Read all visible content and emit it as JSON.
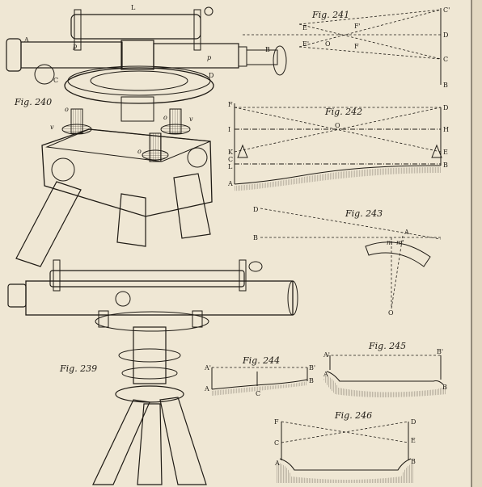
{
  "figures": {
    "fig240": {
      "caption": "Fig. 240",
      "labels": {
        "L": "L",
        "A": "A",
        "C": "C",
        "p": "p",
        "p2": "p",
        "B": "B",
        "D": "D",
        "o1": "o",
        "o2": "o",
        "o3": "o",
        "v1": "v",
        "v2": "v"
      }
    },
    "fig239": {
      "caption": "Fig. 239"
    },
    "fig241": {
      "caption": "Fig. 241",
      "labels": {
        "C1": "C'",
        "D1": "D",
        "E": "E",
        "F1": "F'",
        "E1": "E'",
        "O": "O",
        "F": "F",
        "C": "C",
        "B": "B"
      }
    },
    "fig242": {
      "caption": "Fig. 242",
      "labels": {
        "F": "F",
        "D": "D",
        "I": "I",
        "O": "O",
        "H": "H",
        "K": "K",
        "C": "C",
        "L": "L",
        "E": "E",
        "B": "B",
        "A": "A"
      }
    },
    "fig243": {
      "caption": "Fig. 243",
      "labels": {
        "D": "D",
        "B": "B",
        "m": "m",
        "m1": "m'",
        "A": "A",
        "O": "O"
      }
    },
    "fig244": {
      "caption": "Fig. 244",
      "labels": {
        "A1": "A'",
        "B1": "B'",
        "A": "A",
        "C": "C",
        "B": "B"
      }
    },
    "fig245": {
      "caption": "Fig. 245",
      "labels": {
        "A1": "A'",
        "B1": "B'",
        "A": "A",
        "B": "B"
      }
    },
    "fig246": {
      "caption": "Fig. 246",
      "labels": {
        "F": "F",
        "D": "D",
        "C": "C",
        "E": "E",
        "A": "A",
        "B": "B"
      }
    }
  }
}
